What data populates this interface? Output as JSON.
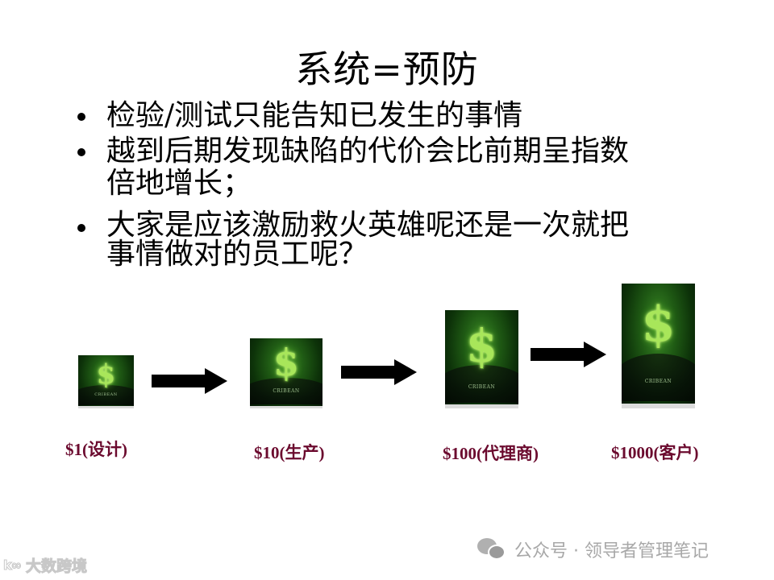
{
  "slide": {
    "title": "系统=预防",
    "bullets": [
      {
        "text": "检验/测试只能告知已发生的事情"
      },
      {
        "text": "越到后期发现缺陷的代价会比前期呈指数倍地增长；"
      },
      {
        "text": "大家是应该激励救火英雄呢还是一次就把事情做对的员工呢？"
      }
    ],
    "bullet_lines": {
      "b1": [
        "检验/测试只能告知已发生的事情"
      ],
      "b2": [
        "越到后期发现缺陷的代价会比前期呈指数",
        "倍地增长；"
      ],
      "b3": [
        "大家是应该激励救火英雄呢还是一次就把",
        "事情做对的员工呢？"
      ]
    },
    "cost_stages": [
      {
        "label": "$1(设计)",
        "image_icon": "dollar-poster-icon",
        "image_text": "$",
        "image_brand": "CRIBEAN"
      },
      {
        "label": "$10(生产)",
        "image_icon": "dollar-poster-icon",
        "image_text": "$",
        "image_brand": "CRIBEAN"
      },
      {
        "label": "$100(代理商)",
        "image_icon": "dollar-poster-icon",
        "image_text": "$",
        "image_brand": "CRIBEAN"
      },
      {
        "label": "$1000(客户)",
        "image_icon": "dollar-poster-icon",
        "image_text": "$",
        "image_brand": "CRIBEAN"
      }
    ],
    "arrow_icon": "right-arrow-icon",
    "colors": {
      "label": "#6b0a2e",
      "poster_green": "#1f5a14",
      "dollar_green": "#a8e65a",
      "watermark": "#a8a8a8"
    }
  },
  "watermarks": {
    "wechat": {
      "icon": "wechat-icon",
      "text": "公众号 · 领导者管理笔记"
    },
    "corner": {
      "logo": "k∞",
      "text": "大数跨境"
    }
  }
}
